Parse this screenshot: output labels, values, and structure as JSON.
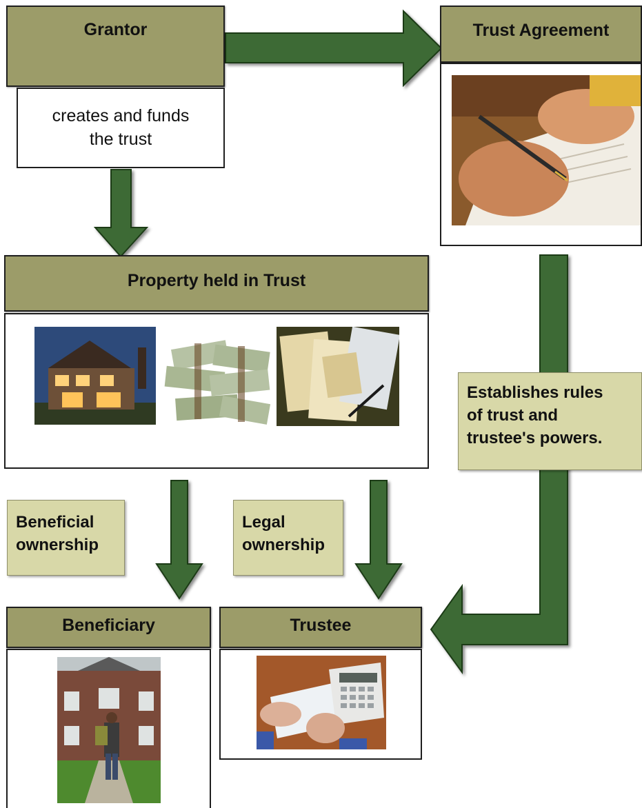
{
  "colors": {
    "header_fill": "#9c9c69",
    "label_fill": "#d8d8a8",
    "arrow_fill": "#3c6a34",
    "arrow_outline": "#1c3a18"
  },
  "nodes": {
    "grantor": {
      "title": "Grantor",
      "description": [
        "creates and funds",
        "the trust"
      ]
    },
    "trust_agreement": {
      "title": "Trust Agreement",
      "image": "hands-signing-document-photo"
    },
    "property": {
      "title": "Property held in Trust",
      "images": [
        "house-photo",
        "money-stacks-photo",
        "documents-pen-photo"
      ]
    },
    "beneficiary": {
      "title": "Beneficiary",
      "image": "student-walking-campus-photo"
    },
    "trustee": {
      "title": "Trustee",
      "image": "hands-calculator-photo"
    }
  },
  "labels": {
    "establishes": [
      "Establishes rules",
      "of trust and",
      "trustee's powers."
    ],
    "beneficial": [
      "Beneficial",
      "ownership"
    ],
    "legal": [
      "Legal",
      "ownership"
    ]
  },
  "arrows": [
    {
      "from": "grantor",
      "to": "trust_agreement"
    },
    {
      "from": "grantor",
      "to": "property"
    },
    {
      "from": "trust_agreement",
      "to": "trustee"
    },
    {
      "from": "property",
      "to": "beneficiary",
      "label": "beneficial"
    },
    {
      "from": "property",
      "to": "trustee",
      "label": "legal"
    }
  ]
}
